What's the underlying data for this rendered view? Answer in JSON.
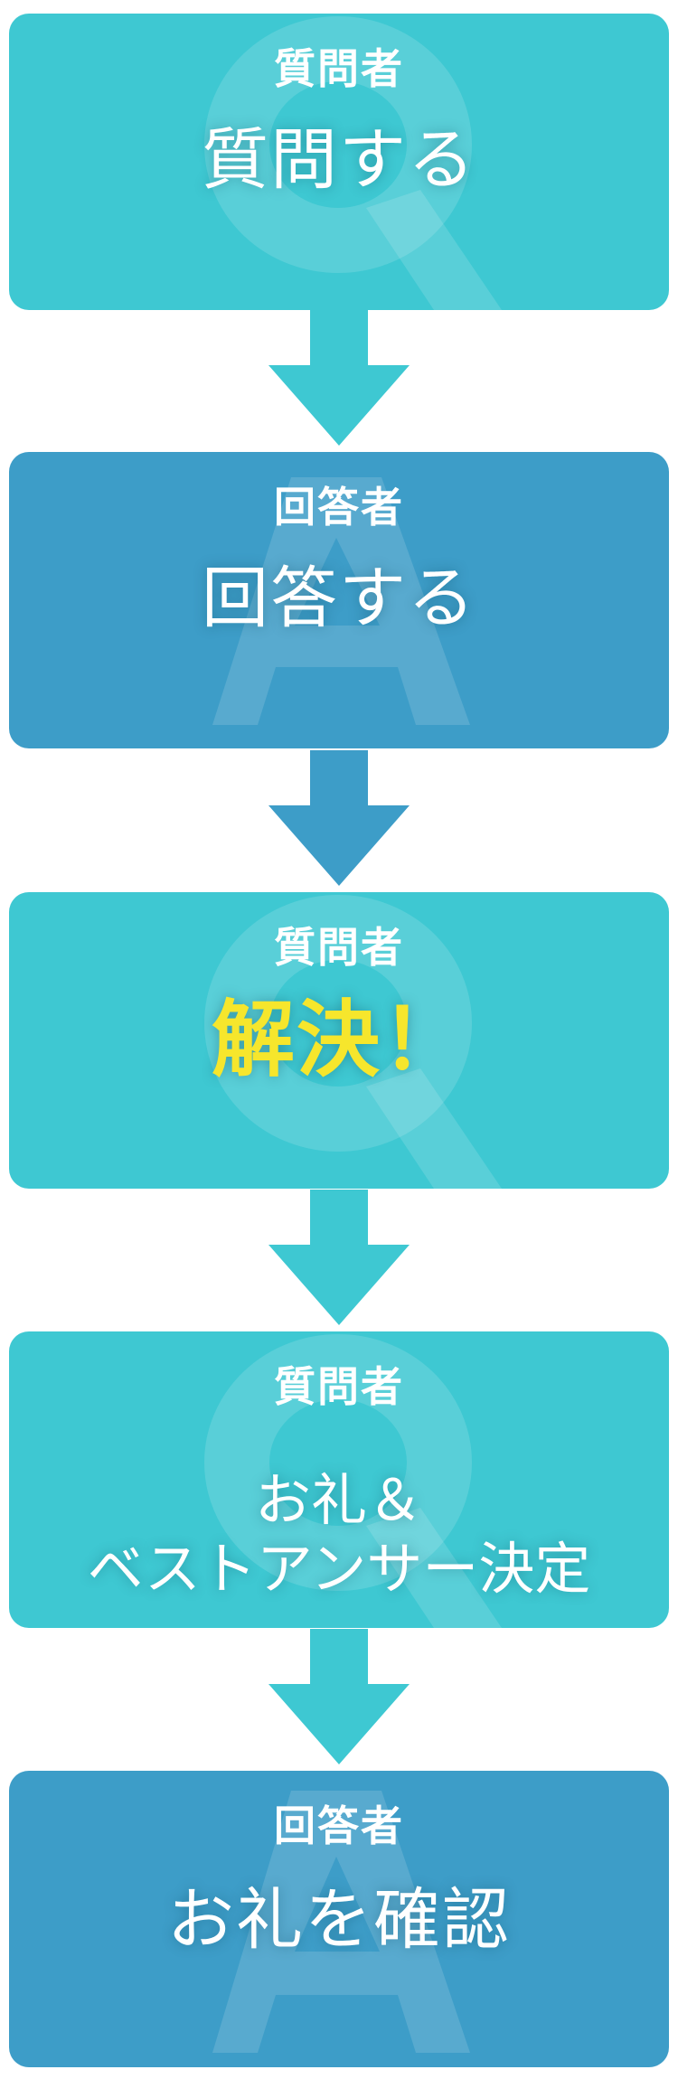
{
  "colors": {
    "questioner": "#3ec8d2",
    "answerer": "#3d9dc8",
    "highlight": "#f6e62c",
    "text": "#ffffff"
  },
  "steps": [
    {
      "role": "質問者",
      "action": "質問する",
      "watermark": "Q"
    },
    {
      "role": "回答者",
      "action": "回答する",
      "watermark": "A"
    },
    {
      "role": "質問者",
      "action": "解決！",
      "watermark": "Q"
    },
    {
      "role": "質問者",
      "action_line1": "お礼＆",
      "action_line2": "ベストアンサー決定",
      "watermark": "Q"
    },
    {
      "role": "回答者",
      "action": "お礼を確認",
      "watermark": "A"
    }
  ],
  "arrows": [
    {
      "icon": "down-arrow-icon",
      "color": "#3ec8d2"
    },
    {
      "icon": "down-arrow-icon",
      "color": "#3d9dc8"
    },
    {
      "icon": "down-arrow-icon",
      "color": "#3ec8d2"
    },
    {
      "icon": "down-arrow-icon",
      "color": "#3ec8d2"
    }
  ]
}
